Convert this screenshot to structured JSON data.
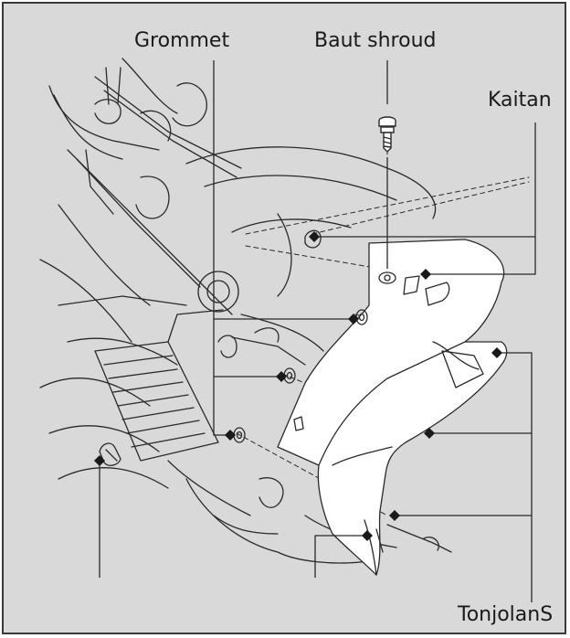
{
  "labels": {
    "grommet": "Grommet",
    "bolt_shroud": "Baut shroud",
    "hook": "Kaitan",
    "tabs": "TonjolanS"
  },
  "colors": {
    "background": "#d9d9d9",
    "line": "#2a2a2a",
    "panel_fill": "#ffffff"
  }
}
